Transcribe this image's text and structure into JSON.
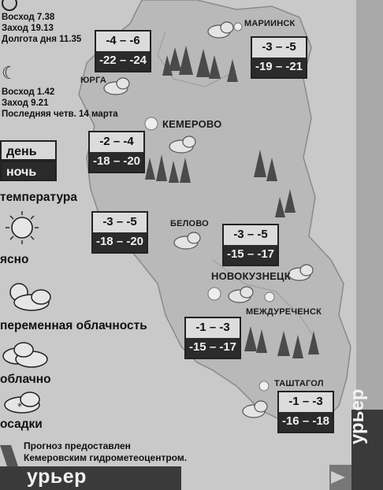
{
  "sun": {
    "rise": "Восход 7.38",
    "set": "Заход 19.13",
    "daylength": "Долгота дня 11.35"
  },
  "moon": {
    "rise": "Восход 1.42",
    "set": "Заход 9.21",
    "phase": "Последняя четв. 14 марта"
  },
  "legend": {
    "day": "день",
    "night": "ночь",
    "temperature": "температура",
    "clear": "ясно",
    "variable": "переменная облачность",
    "cloudy": "облачно",
    "precipitation": "осадки"
  },
  "cities": {
    "mariinsk": "МАРИИНСК",
    "yurga": "ЮРГА",
    "kemerovo": "КЕМЕРОВО",
    "belovo": "БЕЛОВО",
    "novokuznetsk": "НОВОКУЗНЕЦК",
    "mezhdurechensk": "МЕЖДУРЕЧЕНСК",
    "tashtagol": "ТАШТАГОЛ"
  },
  "forecasts": {
    "yurga": {
      "day": "-4 – -6",
      "night": "-22 – -24"
    },
    "mariinsk": {
      "day": "-3 – -5",
      "night": "-19 – -21"
    },
    "kemerovo": {
      "day": "-2 – -4",
      "night": "-18 – -20"
    },
    "belovo": {
      "day": "-3 – -5",
      "night": "-18 – -20"
    },
    "novokuznetsk": {
      "day": "-3 – -5",
      "night": "-15 – -17"
    },
    "mezhdurechensk": {
      "day": "-1 – -3",
      "night": "-15 – -17"
    },
    "tashtagol": {
      "day": "-1 – -3",
      "night": "-16 – -18"
    }
  },
  "footer": {
    "line1": "Прогноз предоставлен",
    "line2": "Кемеровским гидрометеоцентром."
  },
  "brand": {
    "bottom": "урьер",
    "side": "урьер"
  },
  "colors": {
    "night_bg": "#2b2b2b",
    "day_bg": "#dcdcdc",
    "region_fill": "#b9b9b9",
    "background": "#c9c9c9"
  }
}
